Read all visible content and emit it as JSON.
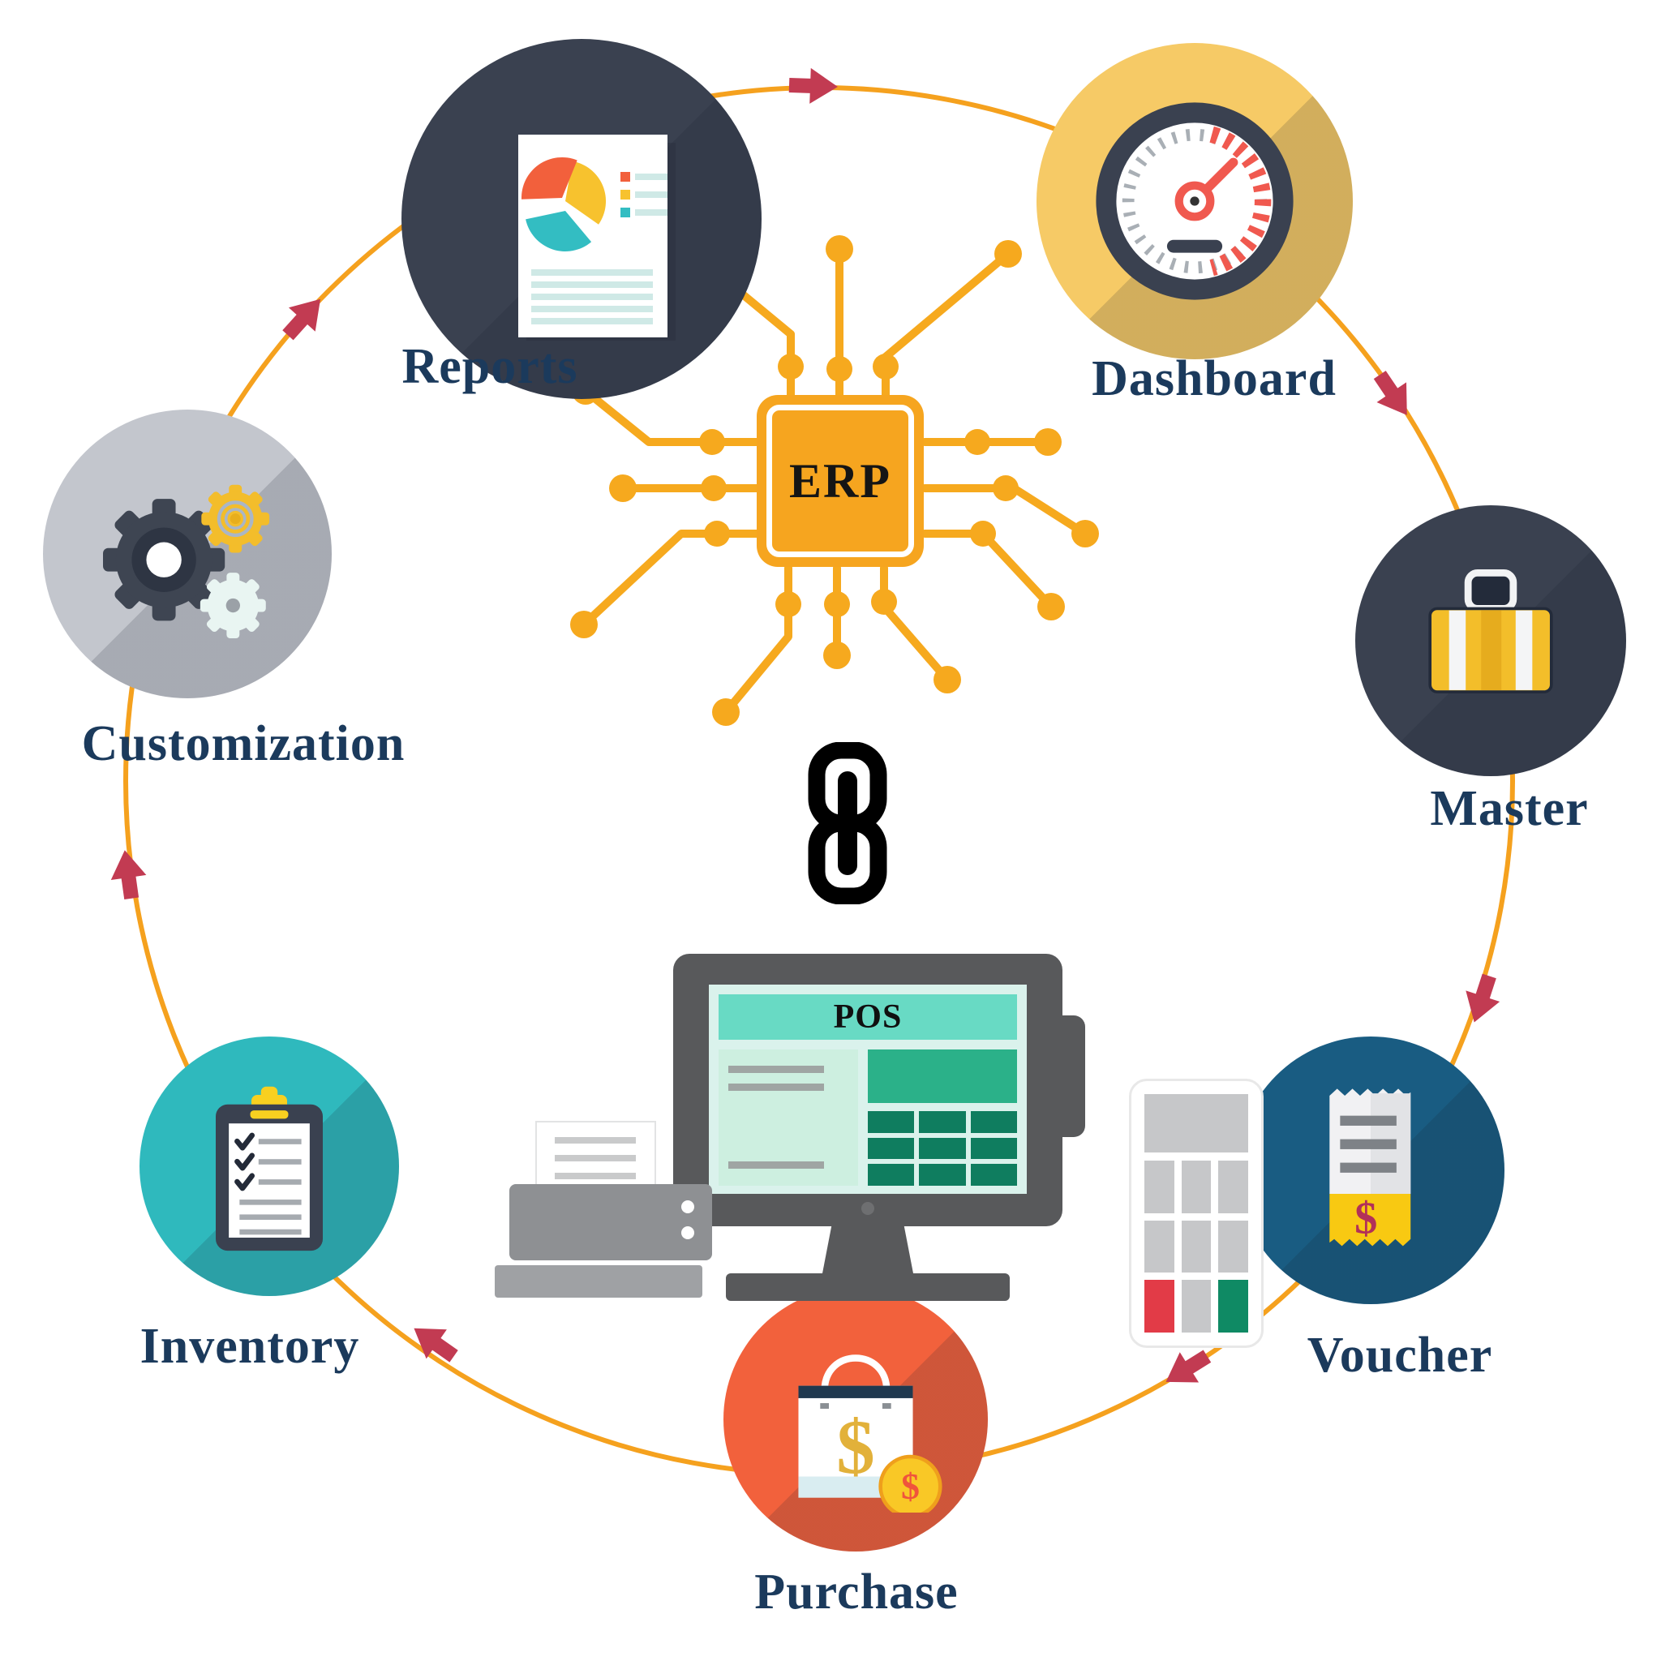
{
  "diagram": {
    "title_hint": "ERP linked with POS modules cycle",
    "center": {
      "chip_label": "ERP",
      "pos_screen_label": "POS"
    },
    "modules": [
      {
        "id": "reports",
        "label": "Reports",
        "icon": "report-document-icon"
      },
      {
        "id": "dashboard",
        "label": "Dashboard",
        "icon": "gauge-icon"
      },
      {
        "id": "master",
        "label": "Master",
        "icon": "briefcase-icon"
      },
      {
        "id": "voucher",
        "label": "Voucher",
        "icon": "receipt-icon"
      },
      {
        "id": "purchase",
        "label": "Purchase",
        "icon": "shopping-bag-icon"
      },
      {
        "id": "inventory",
        "label": "Inventory",
        "icon": "clipboard-checklist-icon"
      },
      {
        "id": "customization",
        "label": "Customization",
        "icon": "gears-icon"
      }
    ],
    "colors": {
      "ring_orange": "#F5A11E",
      "arrow_crimson": "#C23B52",
      "label_navy": "#1B3A5C",
      "chip_orange": "#F6A51F",
      "dark_slate_circle": "#3A4150",
      "dashboard_gold_circle": "#F6CA66",
      "voucher_blue_circle": "#195C82",
      "purchase_orange_circle": "#F2613C",
      "inventory_teal_circle": "#2FB9BD",
      "customization_gray_circle": "#C3C6CD",
      "pos_screen_teal": "#68DAC4",
      "pos_key_green": "#0F7D5F"
    }
  }
}
